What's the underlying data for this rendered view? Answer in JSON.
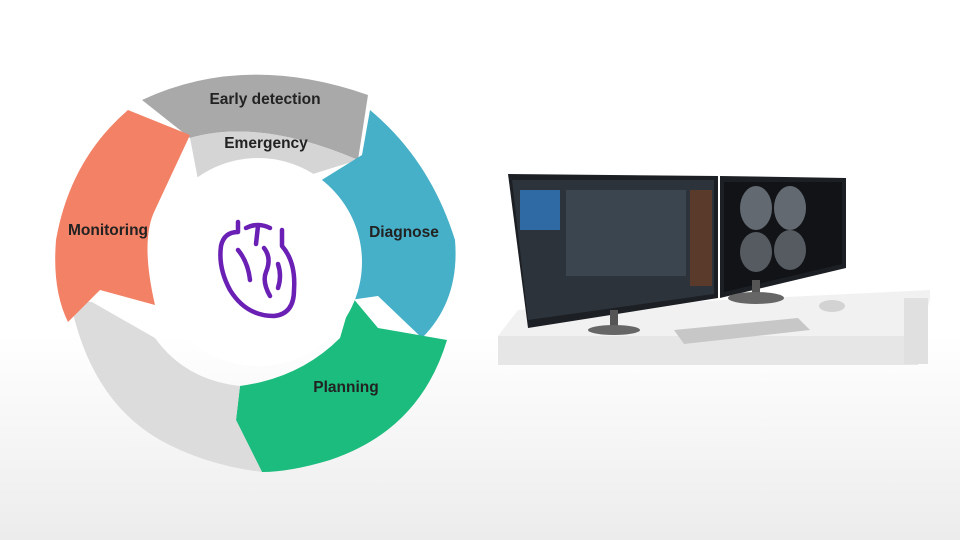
{
  "diagram": {
    "segments": [
      {
        "label": "Early detection",
        "color": "#a9a9a9"
      },
      {
        "label": "Emergency",
        "color": "#d5d5d5"
      },
      {
        "label": "Diagnose",
        "color": "#46b0c8"
      },
      {
        "label": "Planning",
        "color": "#1bbc7d"
      },
      {
        "label": "Monitoring",
        "color": "#f28166"
      },
      {
        "label": "",
        "color": "#dcdcdc"
      }
    ],
    "center_icon": "heart-icon",
    "icon_color": "#6a1fb5"
  },
  "workstation_image": "dual-monitor-workstation-illustration"
}
